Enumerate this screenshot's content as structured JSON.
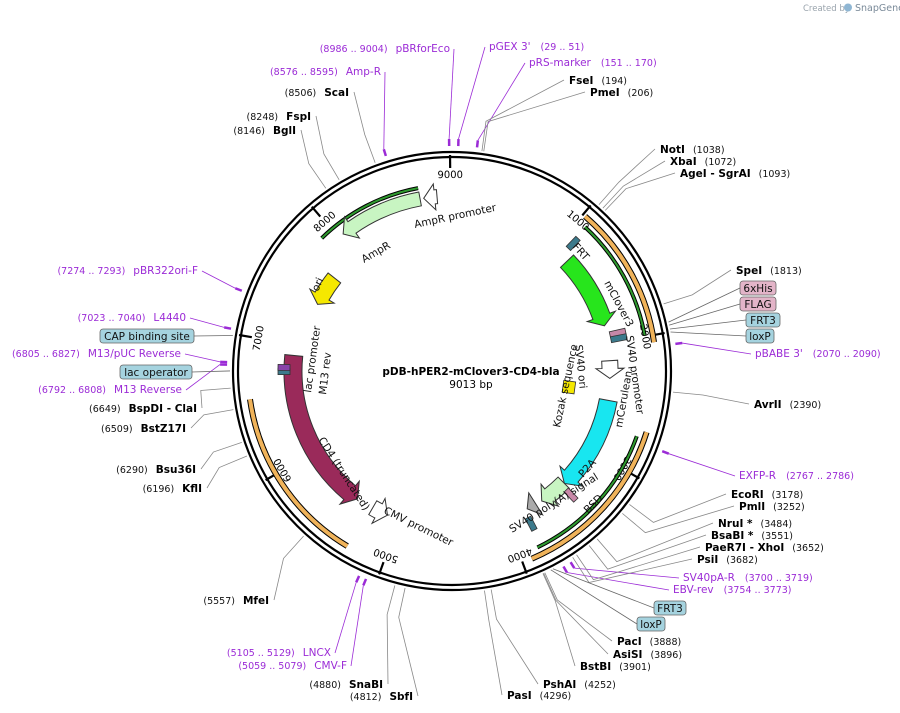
{
  "credit": {
    "prefix": "Created by",
    "brand": "SnapGene"
  },
  "plasmid": {
    "name": "pDB-hPER2-mClover3-CD4-bla",
    "size": "9013 bp",
    "length": 9013
  },
  "ticks": [
    {
      "label": "1000",
      "pos": 1000
    },
    {
      "label": "2000",
      "pos": 2000
    },
    {
      "label": "3000",
      "pos": 3000
    },
    {
      "label": "4000",
      "pos": 4000
    },
    {
      "label": "5000",
      "pos": 5000
    },
    {
      "label": "6000",
      "pos": 6000
    },
    {
      "label": "7000",
      "pos": 7000
    },
    {
      "label": "8000",
      "pos": 8000
    },
    {
      "label": "9000",
      "pos": 9000
    }
  ],
  "enzymes": [
    {
      "name": "FseI",
      "pos_text": "(194)",
      "bp": 194
    },
    {
      "name": "PmeI",
      "pos_text": "(206)",
      "bp": 206
    },
    {
      "name": "NotI",
      "pos_text": "(1038)",
      "bp": 1038
    },
    {
      "name": "XbaI",
      "pos_text": "(1072)",
      "bp": 1072
    },
    {
      "name": "AgeI  - SgrAI",
      "pos_text": "(1093)",
      "bp": 1093
    },
    {
      "name": "SpeI",
      "pos_text": "(1813)",
      "bp": 1813
    },
    {
      "name": "AvrII",
      "pos_text": "(2390)",
      "bp": 2390
    },
    {
      "name": "EcoRI",
      "pos_text": "(3178)",
      "bp": 3178
    },
    {
      "name": "PmlI",
      "pos_text": "(3252)",
      "bp": 3252
    },
    {
      "name": "NruI *",
      "pos_text": "(3484)",
      "bp": 3484
    },
    {
      "name": "BsaBI *",
      "pos_text": "(3551)",
      "bp": 3551
    },
    {
      "name": "PaeR7I  - XhoI",
      "pos_text": "(3652)",
      "bp": 3652
    },
    {
      "name": "PsiI",
      "pos_text": "(3682)",
      "bp": 3682
    },
    {
      "name": "PacI",
      "pos_text": "(3888)",
      "bp": 3888
    },
    {
      "name": "AsiSI",
      "pos_text": "(3896)",
      "bp": 3896
    },
    {
      "name": "BstBI",
      "pos_text": "(3901)",
      "bp": 3901
    },
    {
      "name": "PshAI",
      "pos_text": "(4252)",
      "bp": 4252
    },
    {
      "name": "PasI",
      "pos_text": "(4296)",
      "bp": 4296
    },
    {
      "name": "SbfI",
      "pos_text": "(4812)",
      "bp": 4812
    },
    {
      "name": "SnaBI",
      "pos_text": "(4880)",
      "bp": 4880
    },
    {
      "name": "MfeI",
      "pos_text": "(5557)",
      "bp": 5557
    },
    {
      "name": "KflI",
      "pos_text": "(6196)",
      "bp": 6196
    },
    {
      "name": "Bsu36I",
      "pos_text": "(6290)",
      "bp": 6290
    },
    {
      "name": "BstZ17I",
      "pos_text": "(6509)",
      "bp": 6509
    },
    {
      "name": "BspDI  - ClaI",
      "pos_text": "(6649)",
      "bp": 6649
    },
    {
      "name": "BglI",
      "pos_text": "(8146)",
      "bp": 8146
    },
    {
      "name": "FspI",
      "pos_text": "(8248)",
      "bp": 8248
    },
    {
      "name": "ScaI",
      "pos_text": "(8506)",
      "bp": 8506
    }
  ],
  "primers": [
    {
      "name": "pGEX 3'",
      "pos_text": "(29 .. 51)",
      "bp": 40
    },
    {
      "name": "pRS-marker",
      "pos_text": "(151 .. 170)",
      "bp": 160
    },
    {
      "name": "pBABE 3'",
      "pos_text": "(2070 .. 2090)",
      "bp": 2080
    },
    {
      "name": "EXFP-R",
      "pos_text": "(2767 .. 2786)",
      "bp": 2776
    },
    {
      "name": "SV40pA-R",
      "pos_text": "(3700 .. 3719)",
      "bp": 3710
    },
    {
      "name": "EBV-rev",
      "pos_text": "(3754 .. 3773)",
      "bp": 3763
    },
    {
      "name": "LNCX",
      "pos_text": "(5105 .. 5129)",
      "bp": 5117
    },
    {
      "name": "CMV-F",
      "pos_text": "(5059 .. 5079)",
      "bp": 5069
    },
    {
      "name": "M13 Reverse",
      "pos_text": "(6792 .. 6808)",
      "bp": 6800
    },
    {
      "name": "M13/pUC Reverse",
      "pos_text": "(6805 .. 6827)",
      "bp": 6816
    },
    {
      "name": "L4440",
      "pos_text": "(7023 .. 7040)",
      "bp": 7031
    },
    {
      "name": "pBR322ori-F",
      "pos_text": "(7274 .. 7293)",
      "bp": 7283
    },
    {
      "name": "Amp-R",
      "pos_text": "(8576 .. 8595)",
      "bp": 8585
    },
    {
      "name": "pBRforEco",
      "pos_text": "(8986 .. 9004)",
      "bp": 8995
    }
  ],
  "badges": [
    {
      "name": "6xHis",
      "color": "#e3b4c8"
    },
    {
      "name": "FLAG",
      "color": "#e3b4c8"
    },
    {
      "name": "FRT3",
      "color": "#a5d3df"
    },
    {
      "name": "loxP",
      "color": "#a5d3df"
    },
    {
      "name": "FRT3",
      "color": "#a5d3df"
    },
    {
      "name": "loxP",
      "color": "#a5d3df"
    },
    {
      "name": "CAP binding site",
      "color": "#a5d3df"
    },
    {
      "name": "lac operator",
      "color": "#a5d3df"
    }
  ],
  "feature_labels": {
    "ampr_promoter": "AmpR promoter",
    "ampr": "AmpR",
    "ori": "ori",
    "lac_promoter": "lac promoter",
    "m13_rev": "M13 rev",
    "frt": "FRT",
    "mclover3": "mClover3",
    "sv40_promoter": "SV40 promoter",
    "sv40_ori": "SV40 ori",
    "kozak": "Kozak sequence",
    "mcerulean": "mCerulean",
    "p2a": "P2A",
    "bsd": "BSD",
    "sv40_polya": "SV40 poly(A) signal",
    "cmv_promoter": "CMV promoter",
    "cd4": "CD4 (truncated)"
  },
  "colors": {
    "backbone": "#000000",
    "enzyme_line": "#888888",
    "primer": "#9b2bd6",
    "orange_track": "#f0b35a",
    "green_track": "#2f9a2f",
    "ampr": "#c8f5c2",
    "ori": "#f5e800",
    "mclover3": "#27e51c",
    "mcerulean": "#18e6f0",
    "bsd": "#c8f5c2",
    "cd4": "#9a2a5a",
    "sv40_ori": "#f5e800",
    "teal_tag": "#3c7a8c"
  }
}
